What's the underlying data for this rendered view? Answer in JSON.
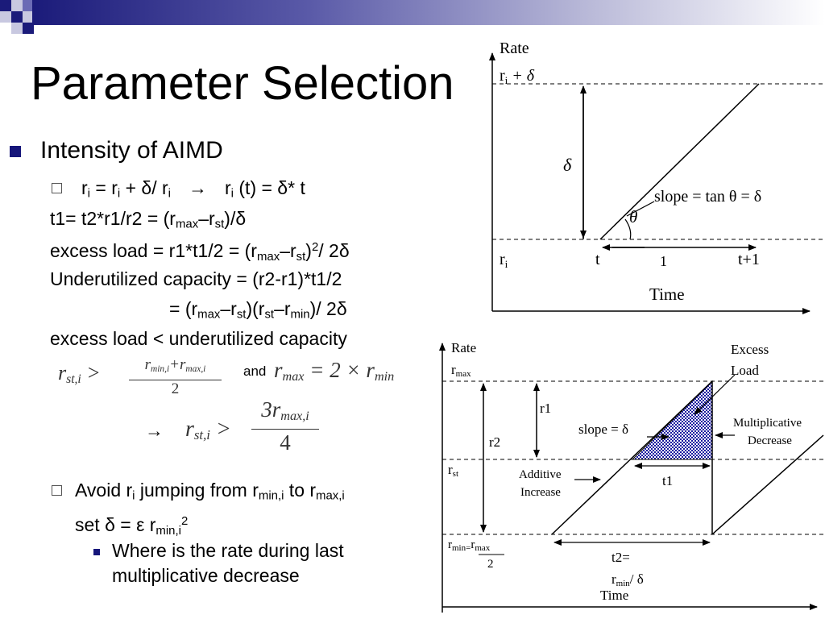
{
  "slide": {
    "title": "Parameter Selection",
    "bullet1": "Intensity of AIMD",
    "eq1_a": "r",
    "eq1_a_sub": "i",
    "eq1_b": " = r",
    "eq1_b_sub": "i",
    "eq1_c": " + δ/ r",
    "eq1_c_sub": "i",
    "eq1_arrow": "→",
    "eq1_d": "r",
    "eq1_d_sub": "i",
    "eq1_e": " (t) = δ* t",
    "line_t1_a": "t1= t2*r1/r2 = (r",
    "line_t1_sub1": "max",
    "line_t1_b": "–r",
    "line_t1_sub2": "st",
    "line_t1_c": ")/δ",
    "line_ex_a": "excess load = r1*t1/2 = (r",
    "line_ex_sub1": "max",
    "line_ex_b": "–r",
    "line_ex_sub2": "st",
    "line_ex_c": ")",
    "line_ex_sup": "2",
    "line_ex_d": "/ 2δ",
    "line_under": "Underutilized capacity = (r2-r1)*t1/2",
    "line_eq_a": "= (r",
    "line_eq_sub1": "max",
    "line_eq_b": "–r",
    "line_eq_sub2": "st",
    "line_eq_c": ")(r",
    "line_eq_sub3": "st",
    "line_eq_d": "–r",
    "line_eq_sub4": "min",
    "line_eq_e": ")/ 2δ",
    "line_cmp": "excess load < underutilized capacity",
    "formula_and": "and",
    "formula_arrow": "→",
    "bullet2_a": "Avoid r",
    "bullet2_sub1": "i",
    "bullet2_b": " jumping from r",
    "bullet2_sub2": "min,i",
    "bullet2_c": " to r",
    "bullet2_sub3": "max,i",
    "line_set_a": "set δ = ε r",
    "line_set_sub": "min,i",
    "line_set_sup": "2",
    "bullet3_line1": "Where  is the rate during last",
    "bullet3_line2": "multiplicative decrease"
  },
  "diagram_top": {
    "ylabel": "Rate",
    "y_top_r": "r",
    "y_top_sub": "i",
    "y_top_rest": " + δ",
    "delta": "δ",
    "slope_text": "slope = tan θ = δ",
    "theta": "θ",
    "y_bottom_r": "r",
    "y_bottom_sub": "i",
    "tick_t": "t",
    "tick_one": "1",
    "tick_t1": "t+1",
    "xlabel": "Time"
  },
  "diagram_bottom": {
    "ylabel": "Rate",
    "rmax_r": "r",
    "rmax_sub": "max",
    "r1": "r1",
    "r2": "r2",
    "rst_r": "r",
    "rst_sub": "st",
    "slope_text": "slope = δ",
    "additive_1": "Additive",
    "additive_2": "Increase",
    "t1": "t1",
    "excess_1": "Excess",
    "excess_2": "Load",
    "multi_1": "Multiplicative",
    "multi_2": "Decrease",
    "rmin_r": "r",
    "rmin_sub": "min=",
    "rmin_r2": "r",
    "rmin_sub2": "max",
    "rmin_den": "2",
    "t2_1": "t2=",
    "t2_r": "r",
    "t2_sub": "min",
    "t2_rest": "/ δ",
    "xlabel": "Time"
  },
  "colors": {
    "accent": "#16167a",
    "fill": "#1a1aa0"
  }
}
